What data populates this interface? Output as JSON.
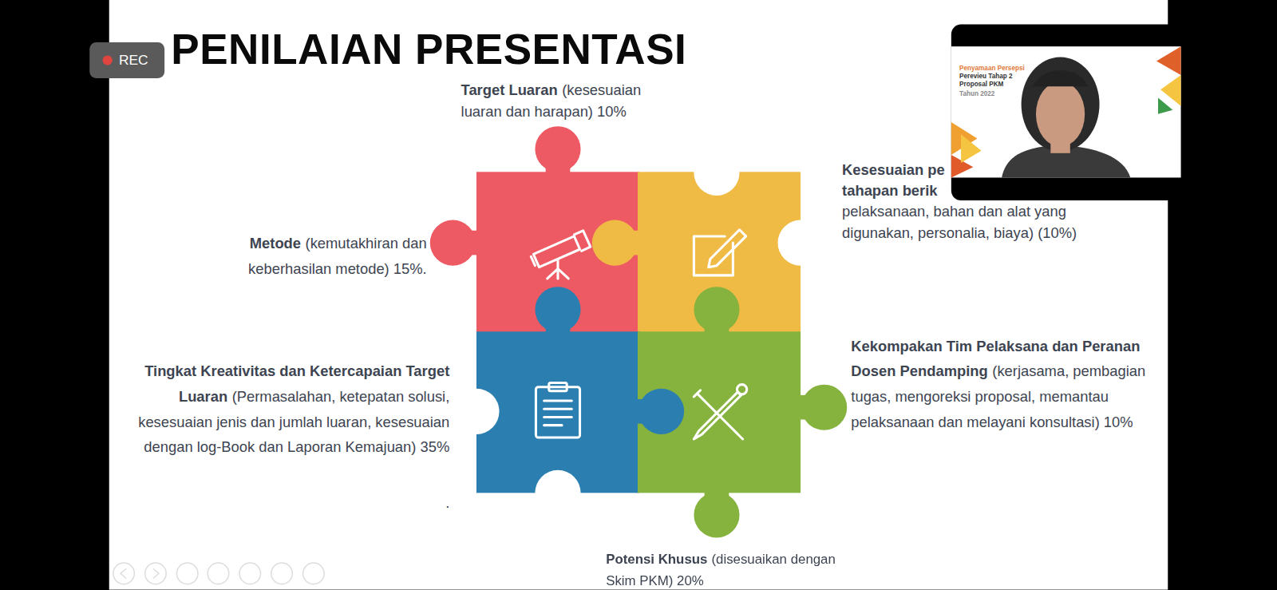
{
  "diagram": {
    "title": "PENILAIAN PRESENTASI",
    "labels": [
      "REC",
      "Target Luaran",
      "(kesesuaian luaran dan harapan) 10%",
      "Penyamaan Persepsi",
      "Perevieu Tahap 2",
      "Proposal PKM",
      "Tahun 2022",
      "Kesesuaian pe",
      "tahapan berik",
      "pelaksanaan, bahan dan alat yang digunakan, personalia, biaya) (10%)",
      "Metode",
      "(kemutakhiran dan keberhasilan metode) 15%.",
      "Kekompakan Tim Pelaksana dan Peranan Dosen Pendamping",
      "(kerjasama, pembagian tugas, mengoreksi proposal, memantau pelaksanaan dan melayani konsultasi) 10%",
      "Tingkat Kreativitas dan Ketercapaian Target Luaran",
      "(Permasalahan, ketepatan solusi, kesesuaian jenis dan jumlah luaran, kesesuaian dengan log-Book dan Laporan Kemajuan) 35%",
      ".",
      "Potensi Khusus",
      "(disesuaikan dengan Skim PKM) 20%"
    ]
  }
}
